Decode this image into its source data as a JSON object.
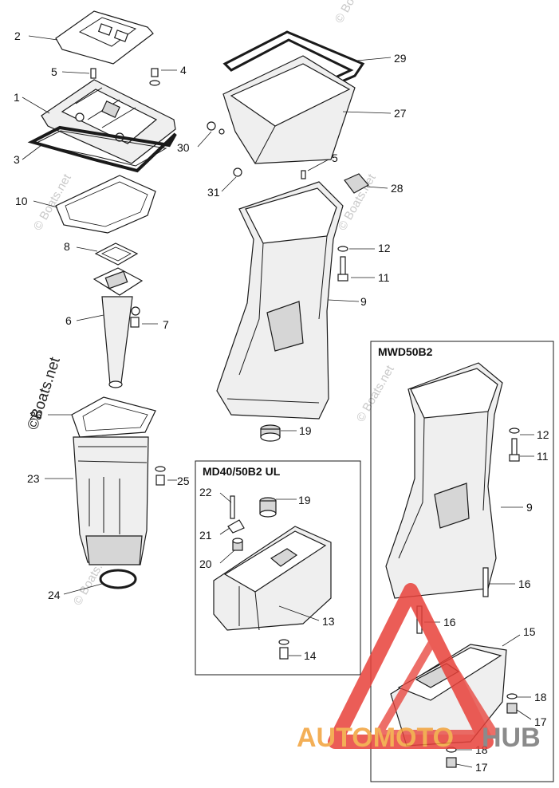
{
  "diagram": {
    "callouts": {
      "c1": "1",
      "c2": "2",
      "c3": "3",
      "c4": "4",
      "c5a": "5",
      "c5b": "5",
      "c6": "6",
      "c7": "7",
      "c8": "8",
      "c9a": "9",
      "c9b": "9",
      "c10": "10",
      "c11a": "11",
      "c11b": "11",
      "c12a": "12",
      "c12b": "12",
      "c13": "13",
      "c14": "14",
      "c15": "15",
      "c16a": "16",
      "c16b": "16",
      "c17a": "17",
      "c17b": "17",
      "c18a": "18",
      "c18b": "18",
      "c19a": "19",
      "c19b": "19",
      "c20": "20",
      "c21": "21",
      "c22": "22",
      "c23": "23",
      "c24": "24",
      "c25": "25",
      "c26": "26",
      "c27": "27",
      "c28": "28",
      "c29": "29",
      "c30": "30",
      "c31": "31"
    },
    "boxes": {
      "md_title": "MD40/50B2 UL",
      "mwd_title": "MWD50B2"
    },
    "watermark": {
      "boats_big": "©Boats.net",
      "boats_small": "© Boats.net",
      "brand_part1": "AUTOMOTO",
      "brand_part2": "HUB"
    },
    "colors": {
      "logo_red": "#e8413a",
      "logo_orange": "#f2a23a",
      "logo_grey": "#777777"
    }
  }
}
